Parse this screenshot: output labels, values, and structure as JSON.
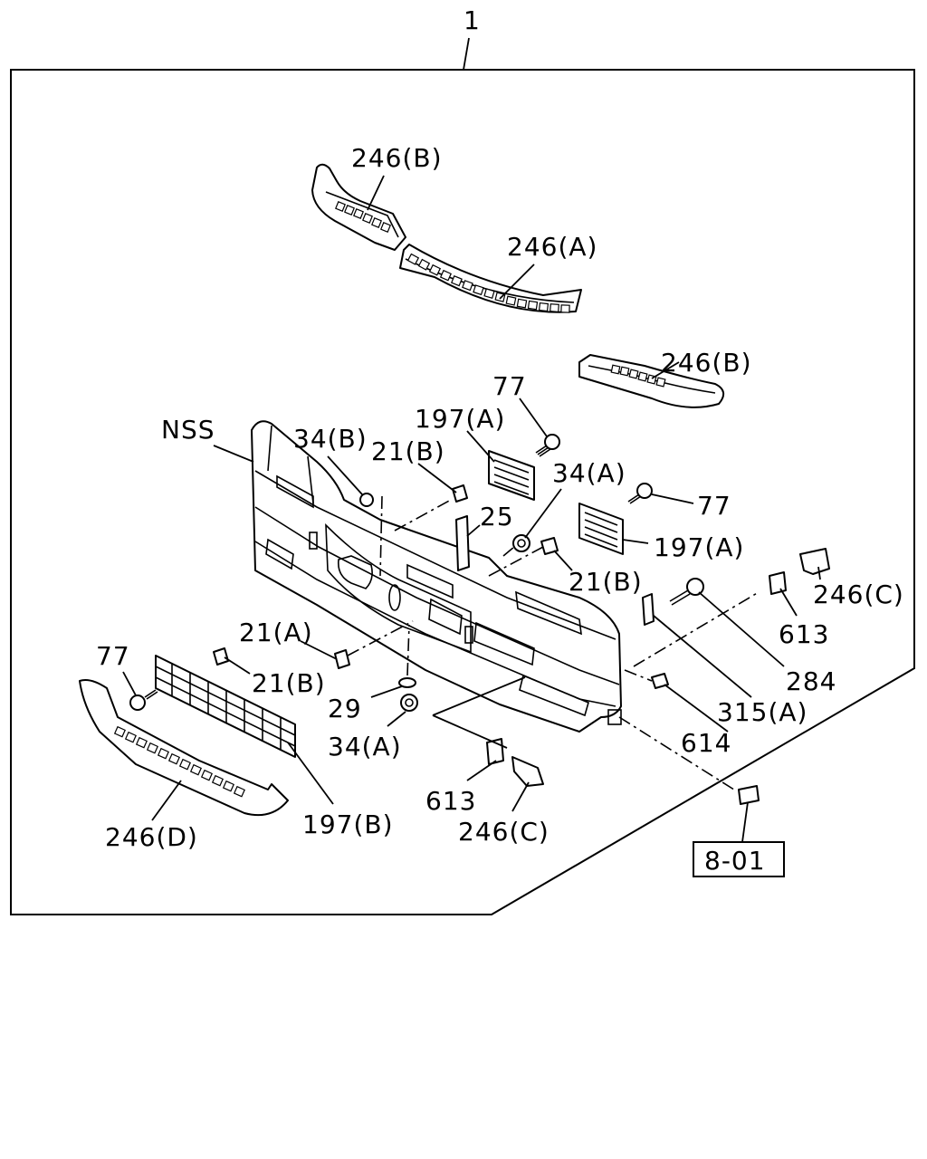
{
  "assembly_number": "1",
  "reference_box": "8-01",
  "callouts": {
    "c246b_top": "246(B)",
    "c246a": "246(A)",
    "c246b_right": "246(B)",
    "c77_top": "77",
    "c197a_top": "197(A)",
    "nss": "NSS",
    "c34b": "34(B)",
    "c21b_top": "21(B)",
    "c34a_top": "34(A)",
    "c77_right": "77",
    "c25": "25",
    "c197a_right": "197(A)",
    "c21b_mid": "21(B)",
    "c246c_right": "246(C)",
    "c613_right": "613",
    "c284": "284",
    "c21a": "21(A)",
    "c77_left": "77",
    "c21b_left": "21(B)",
    "c29": "29",
    "c34a_low": "34(A)",
    "c315a": "315(A)",
    "c614": "614",
    "c613_bottom": "613",
    "c246c_bottom": "246(C)",
    "c197b": "197(B)",
    "c246d": "246(D)"
  }
}
